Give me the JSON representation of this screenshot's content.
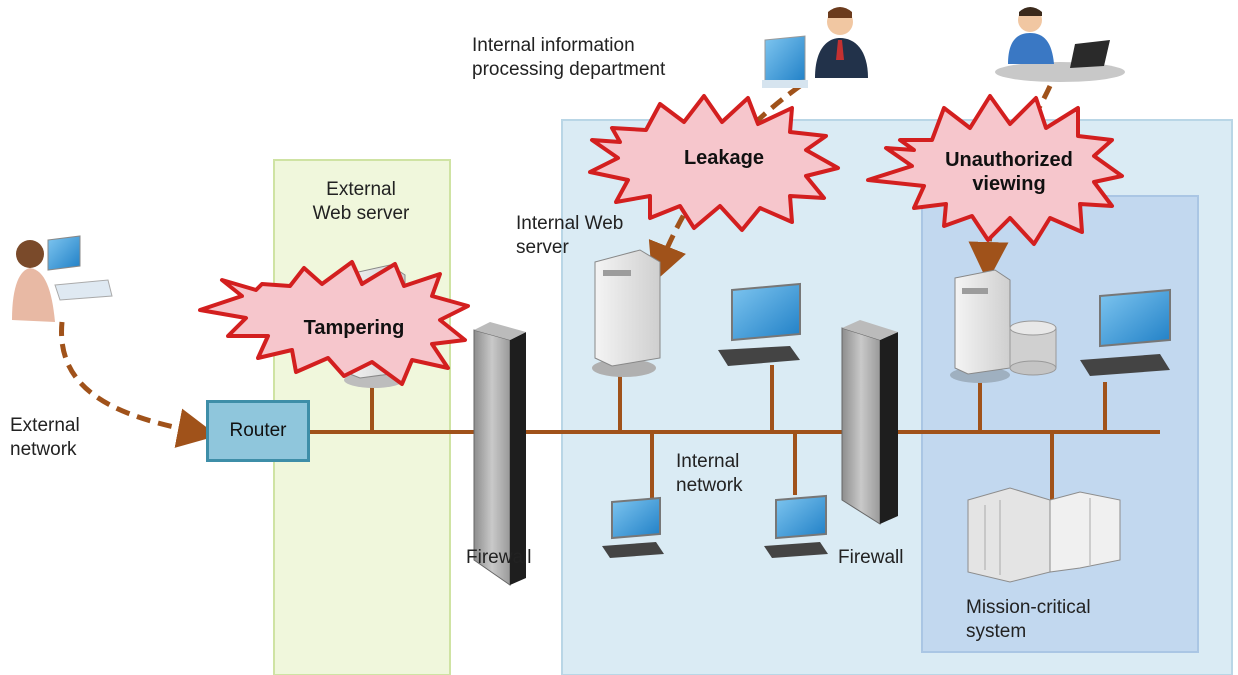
{
  "zones": {
    "dmz_label": "External\nWeb server",
    "internal_web_label": "Internal  Web\nserver",
    "internal_network_label": "Internal\nnetwork",
    "mission_critical_label": "Mission-critical\nsystem"
  },
  "external": {
    "network_label": "External\nnetwork",
    "router_label": "Router"
  },
  "firewalls": {
    "left_label": "Firewall",
    "right_label": "Firewall"
  },
  "department": {
    "label": "Internal  information\nprocessing department"
  },
  "threats": {
    "tampering": "Tampering",
    "leakage": "Leakage",
    "unauthorized": "Unauthorized\nviewing"
  },
  "colors": {
    "dmz_fill": "#f0f7dc",
    "dmz_border": "#cfe3a3",
    "internal_fill": "#daebf4",
    "internal_border": "#b9d6e6",
    "core_fill": "#c2d8ef",
    "core_border": "#aac6e4",
    "network_line": "#a0521a",
    "attack_arrow": "#a0521a",
    "burst_fill": "#f6c6cc",
    "burst_stroke": "#d31f1f"
  }
}
